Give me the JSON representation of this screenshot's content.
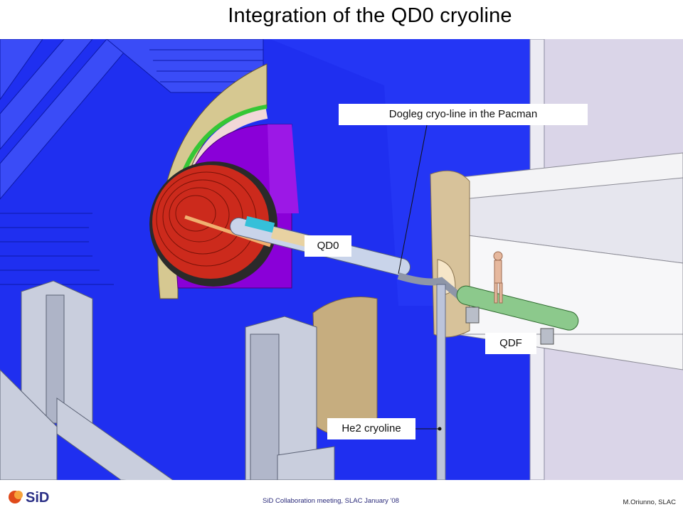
{
  "slide": {
    "title": "Integration of the QD0 cryoline"
  },
  "labels": {
    "dogleg": "Dogleg cryo-line in the Pacman",
    "qd0": "QD0",
    "qdf": "QDF",
    "he2": "He2 cryoline"
  },
  "footer": {
    "center": "SiD Collaboration meeting, SLAC January '08",
    "author": "M.Oriunno, SLAC",
    "logo_text": "SiD"
  },
  "colors": {
    "detector_blue": "#1f2ff0",
    "calorimeter_purple": "#8a00d8",
    "tracker_red": "#cc2a1c",
    "pacman_tan": "#d7c29a",
    "qdf_green": "#8cc98c",
    "support_gray": "#c9cedd",
    "wall_lavender": "#dad5e8"
  }
}
